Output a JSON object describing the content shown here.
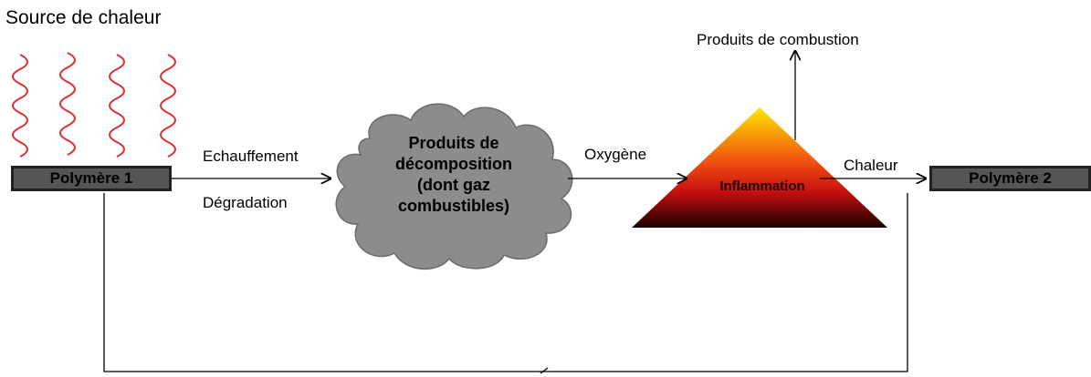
{
  "heat_source": {
    "title": "Source de chaleur",
    "wave_color": "#e03030"
  },
  "nodes": {
    "polymer1": "Polymère 1",
    "polymer2": "Polymère 2",
    "cloud": [
      "Produits de",
      "décomposition",
      "(dont gaz",
      "combustibles)"
    ],
    "ignition": "Inflammation"
  },
  "edges": {
    "heating": "Echauffement",
    "degradation": "Dégradation",
    "oxygen": "Oxygène",
    "heat": "Chaleur",
    "combustion_products": "Produits de combustion"
  },
  "colors": {
    "box_fill": "#555555",
    "cloud_fill": "#8c8c8c",
    "flame_top": "#ffe600",
    "flame_mid": "#e02010",
    "flame_bottom": "#1a0000"
  }
}
